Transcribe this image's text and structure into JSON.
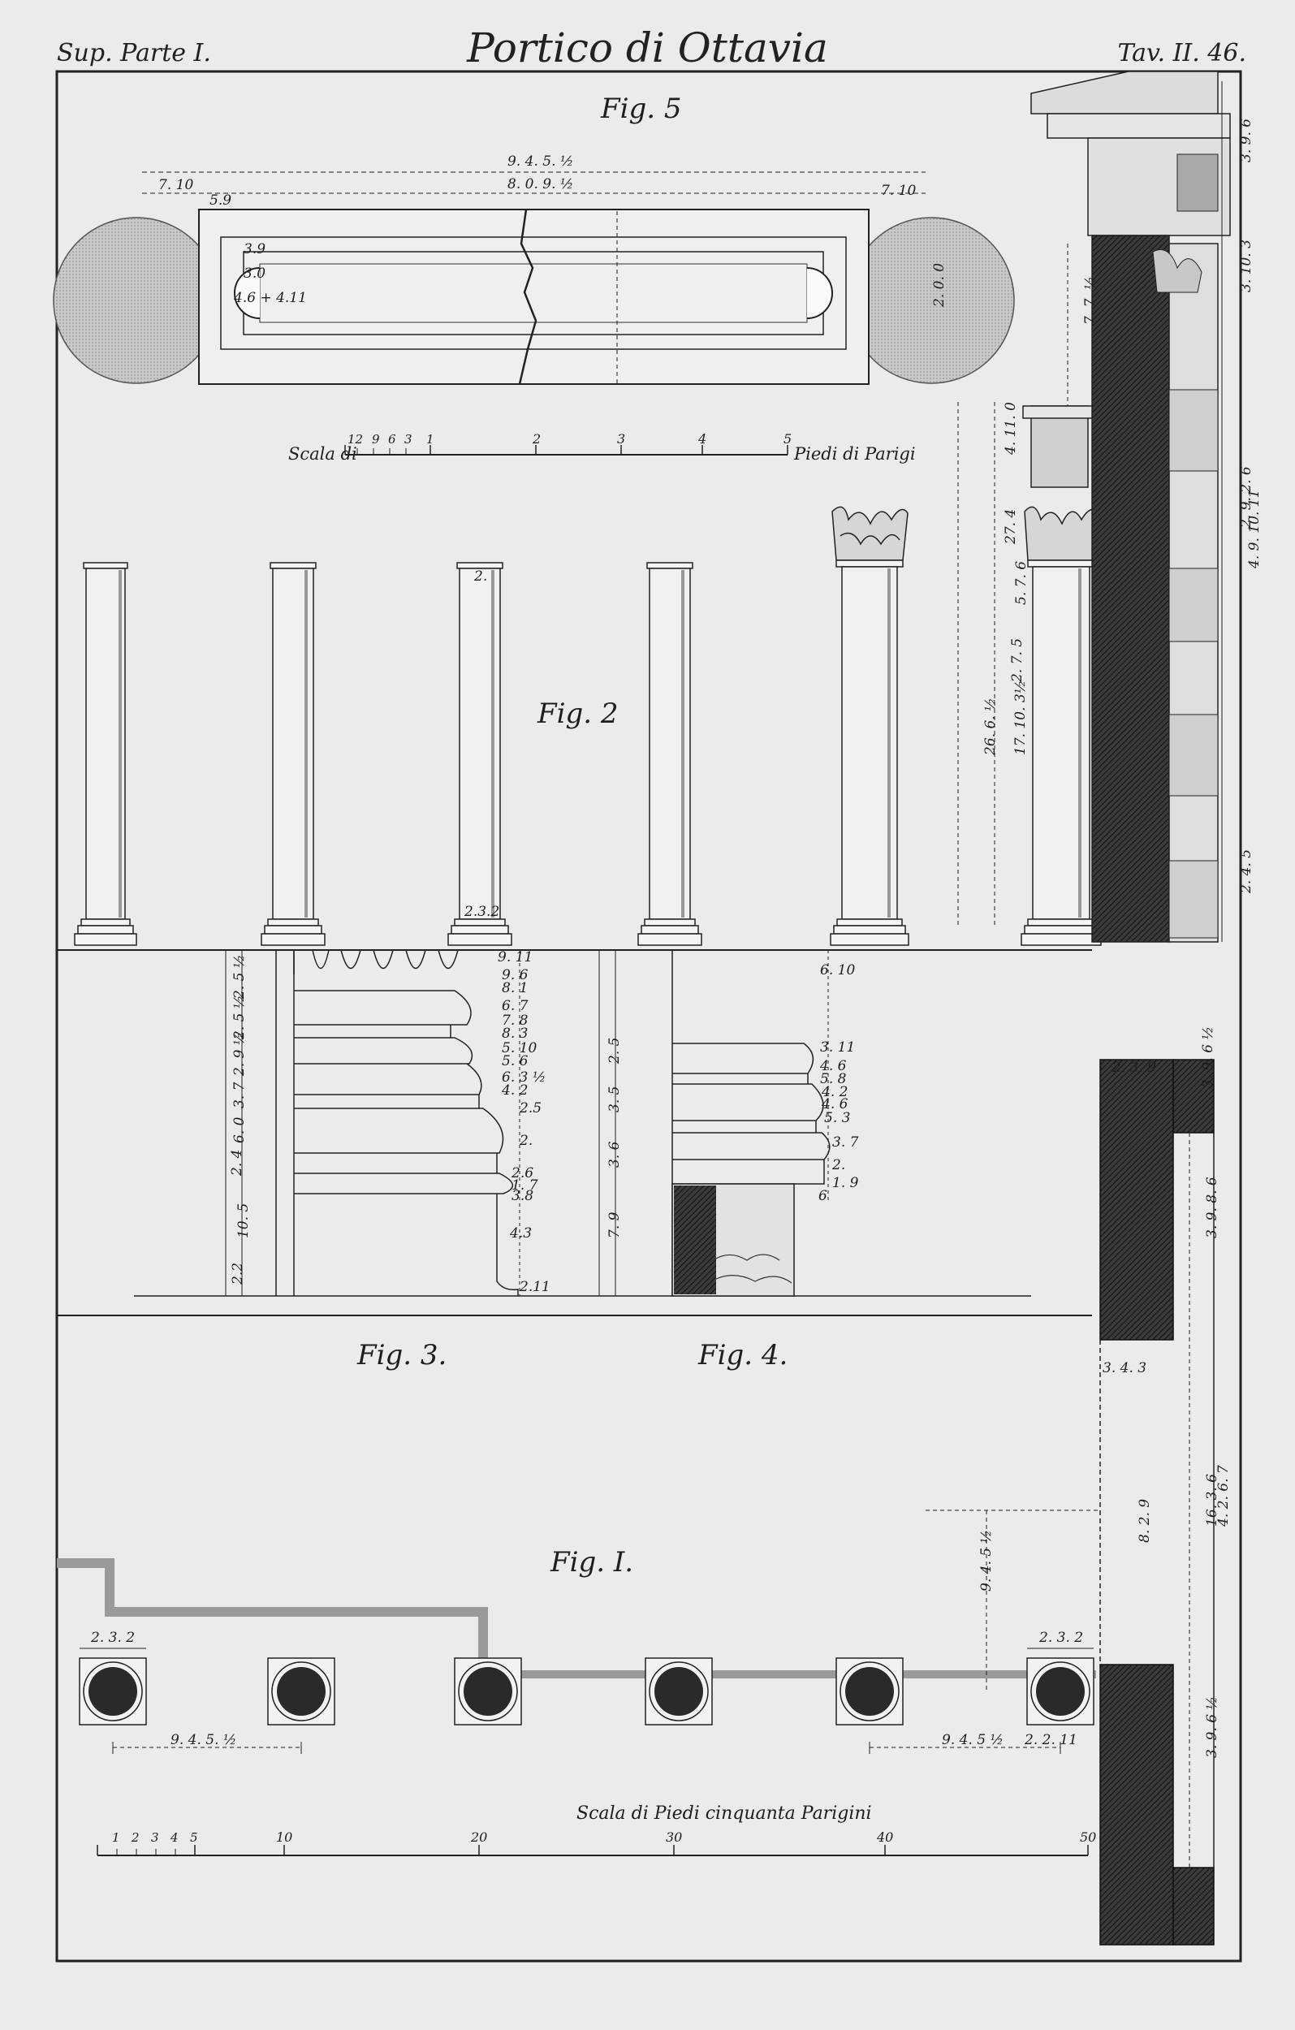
{
  "header": {
    "left": "Sup. Parte I.",
    "title": "Portico di Ottavia",
    "right": "Tav. II. 46."
  },
  "figures": {
    "fig5": "Fig. 5",
    "fig2": "Fig. 2",
    "fig3": "Fig. 3.",
    "fig4": "Fig. 4.",
    "fig1": "Fig. I."
  },
  "scales": {
    "top_left": "Scala di",
    "top_right": "Piedi di Parigi",
    "top_ticks_small": [
      "12",
      "9",
      "6",
      "3",
      "1"
    ],
    "top_ticks": [
      "2",
      "3",
      "4",
      "5"
    ],
    "bottom_label": "Scala di Piedi cinquanta Parigini",
    "bottom_ticks_small": [
      "1",
      "2",
      "3",
      "4",
      "5"
    ],
    "bottom_ticks": [
      "10",
      "20",
      "30",
      "40",
      "50"
    ]
  },
  "dimensions": {
    "fig5_total_a": "9. 4. 5. ½",
    "fig5_total_b": "8. 0. 9. ½",
    "fig5_left": "7. 10",
    "fig5_right": "7. 10",
    "fig5_small": "5.9",
    "fig5_v1": "3.9",
    "fig5_v2": "3.0",
    "fig5_v3": "4.6 + 4.11",
    "fig5_circle": "2. 0. 0",
    "right_v1": "7. 7. ½",
    "right_v2": "4. 11. 0",
    "right_v3": "27. 4",
    "right_v4": "5. 7. 6",
    "right_v5": "2. 7. 5",
    "right_v6": "26. 6. ½",
    "right_v7": "17. 10. 3½",
    "fig2_col3_top": "2.",
    "fig2_col3_bottom": "2.3.2",
    "fig3_profile": [
      "9. 11",
      "9. 6",
      "8. 1",
      "6. 7",
      "7. 8",
      "8. 3",
      "5. 10",
      "5. 6",
      "6. 3 ½",
      "4. 2",
      "2.5",
      "2.",
      "2.6",
      "1. 7",
      "3.8",
      "4.3",
      "2.11"
    ],
    "fig3_left": [
      "2. 5 ½",
      "2. 5 ½",
      "2. 9 ½",
      "3. 7",
      "6. 0",
      "2. 4",
      "10. 5",
      "2.2"
    ],
    "fig4_profile": [
      "6. 10",
      "3. 11",
      "4. 6",
      "5. 8",
      "4. 2",
      "4. 6",
      "5. 3",
      "3. 7",
      "2.",
      "1. 9",
      "6"
    ],
    "fig4_left": [
      "2. 5",
      "3. 5",
      "3. 6",
      "7. 9"
    ],
    "fig1_spacing_left": "9. 4. 5. ½",
    "fig1_spacing_right": "9. 4. 5 ½",
    "fig1_small_left": "2. 3. 2",
    "fig1_small_right": "2. 3. 2",
    "fig1_vertical": "9. 4. 5 ½",
    "fig1_right_small": "2. 2. 11",
    "plan_a": "3. 4. 3",
    "plan_b": "8. 2. 9",
    "plan_c": "16. 3. 6",
    "plan_d": "4. 2. 6. 7",
    "plan_e": "3. 9. 6 ½",
    "plan_f": "3. 9. 8. 6",
    "plan_g": "3. 9. 6 ½",
    "plan_h": "2. 3. 9",
    "elev_right_a": "3. 9. 6",
    "elev_right_b": "3. 10. 3",
    "elev_right_c": "2. 9. 2. 6",
    "elev_right_d": "4. 9. 10. 11",
    "elev_right_e": "2. 4. 5"
  }
}
